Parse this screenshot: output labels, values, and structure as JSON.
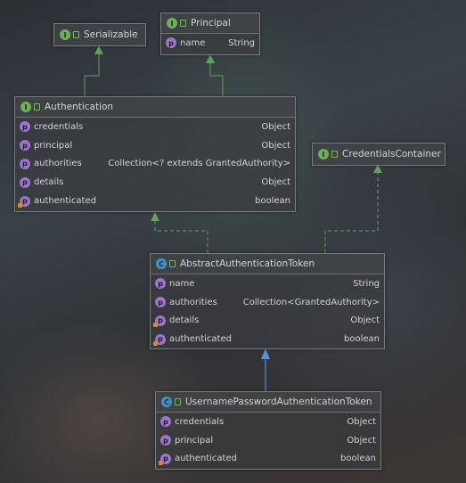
{
  "diagram": {
    "serializable": {
      "title": "Serializable",
      "kind": "I"
    },
    "principal": {
      "title": "Principal",
      "kind": "I",
      "fields": [
        {
          "name": "name",
          "type": "String"
        }
      ]
    },
    "authentication": {
      "title": "Authentication",
      "kind": "I",
      "fields": [
        {
          "name": "credentials",
          "type": "Object"
        },
        {
          "name": "principal",
          "type": "Object"
        },
        {
          "name": "authorities",
          "type": "Collection<? extends GrantedAuthority>"
        },
        {
          "name": "details",
          "type": "Object"
        },
        {
          "name": "authenticated",
          "type": "boolean"
        }
      ]
    },
    "credentials_container": {
      "title": "CredentialsContainer",
      "kind": "I"
    },
    "abstract_token": {
      "title": "AbstractAuthenticationToken",
      "kind": "C",
      "fields": [
        {
          "name": "name",
          "type": "String"
        },
        {
          "name": "authorities",
          "type": "Collection<GrantedAuthority>"
        },
        {
          "name": "details",
          "type": "Object"
        },
        {
          "name": "authenticated",
          "type": "boolean"
        }
      ]
    },
    "username_token": {
      "title": "UsernamePasswordAuthenticationToken",
      "kind": "C",
      "fields": [
        {
          "name": "credentials",
          "type": "Object"
        },
        {
          "name": "principal",
          "type": "Object"
        },
        {
          "name": "authenticated",
          "type": "boolean"
        }
      ]
    }
  },
  "colors": {
    "interface_arrow": "#5fa35a",
    "extends_arrow": "#5b8fd6",
    "badge_interface": "#6cae59",
    "badge_class": "#3e94c8",
    "badge_property": "#9b76c9"
  }
}
